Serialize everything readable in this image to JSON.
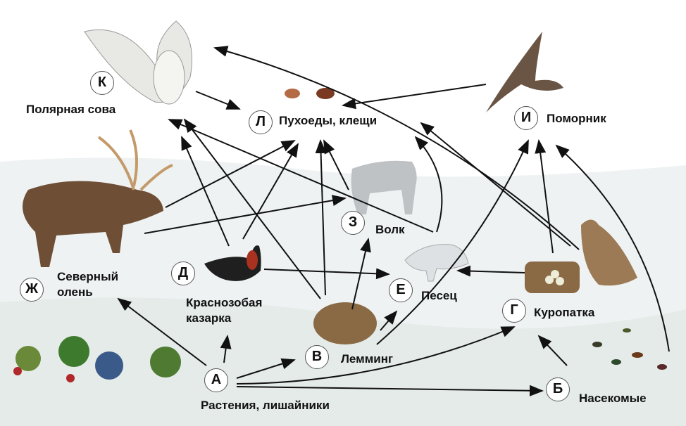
{
  "nodes": {
    "A": {
      "letter": "А",
      "label": "Растения, лишайники",
      "icon": "plants-lichens-icon"
    },
    "B": {
      "letter": "Б",
      "label": "Насекомые",
      "icon": "insects-icon"
    },
    "V": {
      "letter": "В",
      "label": "Лемминг",
      "icon": "lemming-icon"
    },
    "G": {
      "letter": "Г",
      "label": "Куропатка",
      "icon": "ptarmigan-icon"
    },
    "D": {
      "letter": "Д",
      "label_line1": "Краснозобая",
      "label_line2": "казарка",
      "icon": "red-breasted-goose-icon"
    },
    "E": {
      "letter": "Е",
      "label": "Песец",
      "icon": "arctic-fox-icon"
    },
    "Zh": {
      "letter": "Ж",
      "label_line1": "Северный",
      "label_line2": "олень",
      "icon": "reindeer-icon"
    },
    "Z": {
      "letter": "З",
      "label": "Волк",
      "icon": "wolf-icon"
    },
    "I": {
      "letter": "И",
      "label": "Поморник",
      "icon": "skua-icon"
    },
    "K": {
      "letter": "К",
      "label": "Полярная сова",
      "icon": "snowy-owl-icon"
    },
    "L": {
      "letter": "Л",
      "label": "Пухоеды, клещи",
      "icon": "lice-mites-icon"
    }
  },
  "edges": [
    [
      "A",
      "Zh"
    ],
    [
      "A",
      "D"
    ],
    [
      "A",
      "V"
    ],
    [
      "A",
      "G"
    ],
    [
      "A",
      "B"
    ],
    [
      "B",
      "G"
    ],
    [
      "B",
      "I"
    ],
    [
      "V",
      "E"
    ],
    [
      "V",
      "Z"
    ],
    [
      "V",
      "K"
    ],
    [
      "V",
      "L"
    ],
    [
      "V",
      "I"
    ],
    [
      "D",
      "K"
    ],
    [
      "D",
      "L"
    ],
    [
      "D",
      "E"
    ],
    [
      "Zh",
      "Z"
    ],
    [
      "Zh",
      "L"
    ],
    [
      "G",
      "E"
    ],
    [
      "G",
      "I"
    ],
    [
      "G",
      "L"
    ],
    [
      "G",
      "K"
    ],
    [
      "E",
      "K"
    ],
    [
      "E",
      "L"
    ],
    [
      "Z",
      "L"
    ],
    [
      "I",
      "L"
    ],
    [
      "K",
      "L"
    ]
  ],
  "colors": {
    "arrow": "#111111",
    "snow": "#eef2f3",
    "sky": "#ffffff",
    "circle_fill": "#ffffff"
  }
}
